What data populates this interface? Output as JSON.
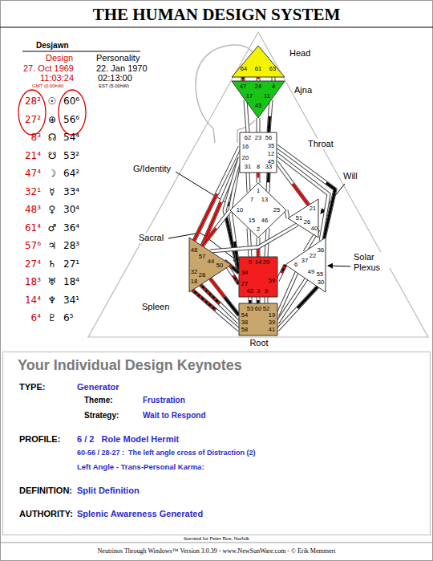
{
  "diagram": {
    "title": "THE HUMAN DESIGN SYSTEM",
    "nodes": [
      {
        "text": [
          "64",
          "61",
          "63"
        ]
      },
      {
        "text": [
          "47",
          "24",
          "4",
          "17",
          "43",
          "11"
        ]
      },
      {
        "text": [
          "62",
          "23",
          "56",
          "16",
          "20",
          "35",
          "12",
          "45",
          "31",
          "8",
          "33"
        ]
      },
      {
        "text": [
          "1",
          "7",
          "13",
          "10",
          "25",
          "15",
          "46",
          "2"
        ]
      },
      {
        "text": [
          "21",
          "51",
          "26",
          "40"
        ]
      },
      {
        "text": [
          "48",
          "57",
          "44",
          "50",
          "32",
          "28",
          "18"
        ]
      },
      {
        "text": [
          "36",
          "22",
          "37",
          "6",
          "49",
          "55",
          "30"
        ]
      },
      {
        "text": [
          "5",
          "14",
          "29",
          "34",
          "27",
          "59",
          "42",
          "3",
          "9"
        ]
      },
      {
        "text": [
          "53",
          "60",
          "52",
          "54",
          "38",
          "58",
          "19",
          "39",
          "41"
        ]
      }
    ],
    "edges": [
      {
        "from": 0,
        "to": 1,
        "arrow": "none"
      },
      {
        "from": 0,
        "to": 1,
        "arrow": "none"
      },
      {
        "from": 0,
        "to": 1,
        "arrow": "none"
      },
      {
        "from": 1,
        "to": 2,
        "arrow": "none"
      },
      {
        "from": 1,
        "to": 2,
        "arrow": "none"
      },
      {
        "from": 1,
        "to": 2,
        "arrow": "none"
      },
      {
        "from": 2,
        "to": 3,
        "arrow": "none"
      },
      {
        "from": 2,
        "to": 3,
        "arrow": "none"
      },
      {
        "from": 2,
        "to": 3,
        "arrow": "none"
      },
      {
        "from": 2,
        "to": 3,
        "arrow": "none"
      },
      {
        "from": 2,
        "to": 5,
        "arrow": "none"
      },
      {
        "from": 2,
        "to": 5,
        "arrow": "none"
      },
      {
        "from": 2,
        "to": 7,
        "arrow": "none"
      },
      {
        "from": 2,
        "to": 6,
        "arrow": "none"
      },
      {
        "from": 2,
        "to": 6,
        "arrow": "none"
      },
      {
        "from": 2,
        "to": 4,
        "arrow": "none"
      },
      {
        "from": 3,
        "to": 4,
        "arrow": "none"
      },
      {
        "from": 3,
        "to": 7,
        "arrow": "none"
      },
      {
        "from": 3,
        "to": 7,
        "arrow": "none"
      },
      {
        "from": 3,
        "to": 7,
        "arrow": "none"
      },
      {
        "from": 3,
        "to": 7,
        "arrow": "none"
      },
      {
        "from": 3,
        "to": 5,
        "arrow": "none"
      },
      {
        "from": 5,
        "to": 7,
        "arrow": "none"
      },
      {
        "from": 5,
        "to": 7,
        "arrow": "none"
      },
      {
        "from": 5,
        "to": 8,
        "arrow": "none"
      },
      {
        "from": 5,
        "to": 8,
        "arrow": "none"
      },
      {
        "from": 5,
        "to": 8,
        "arrow": "none"
      },
      {
        "from": 7,
        "to": 8,
        "arrow": "none"
      },
      {
        "from": 7,
        "to": 8,
        "arrow": "none"
      },
      {
        "from": 7,
        "to": 8,
        "arrow": "none"
      },
      {
        "from": 7,
        "to": 6,
        "arrow": "none"
      },
      {
        "from": 4,
        "to": 6,
        "arrow": "none"
      },
      {
        "from": 4,
        "to": 5,
        "arrow": "none"
      },
      {
        "from": 6,
        "to": 8,
        "arrow": "none"
      },
      {
        "from": 6,
        "to": 8,
        "arrow": "none"
      },
      {
        "from": 6,
        "to": 8,
        "arrow": "none"
      }
    ],
    "labels": [
      "Desjawn",
      "Design",
      "Personality",
      "27. Oct 1969",
      "22. Jan 1970",
      "11:03:24",
      "02:13:00",
      "GMT (0.00hW)",
      "EST (5.00hW)",
      "28²",
      "☉",
      "60⁶",
      "27²",
      "⊕",
      "56⁶",
      "8³",
      "☊",
      "54⁴",
      "21⁴",
      "☋",
      "53²",
      "47⁴",
      "☽",
      "64²",
      "32¹",
      "☿",
      "33⁴",
      "48³",
      "♀",
      "30⁴",
      "61⁴",
      "♂",
      "36⁴",
      "57⁶",
      "♃",
      "28³",
      "27⁴",
      "♄",
      "27¹",
      "18³",
      "♅",
      "18⁴",
      "14⁴",
      "♆",
      "34¹",
      "6⁴",
      "♇",
      "6⁵",
      "Head",
      "Ajna",
      "Throat",
      "G/Identity",
      "Will",
      "Sacral",
      "Spleen",
      "Solar Plexus",
      "Root",
      "Your Individual Design Keynotes",
      "TYPE:",
      "Generator",
      "Theme:",
      "Frustration",
      "Strategy:",
      "Wait to Respond",
      "PROFILE:",
      "6 / 2   Role Model Hermit",
      "60-56 / 28-27 :  The left angle cross of Distraction (2)",
      "Left Angle - Trans-Personal Karma:",
      "DEFINITION:",
      "Split Definition",
      "AUTHORITY:",
      "Splenic Awareness Generated",
      "licensed for Peter Roe, Norfolk",
      "Neutrinos Through Windows™ Version 3.0.39 - www.NewSunWare.com - © Erik Memmert"
    ]
  }
}
